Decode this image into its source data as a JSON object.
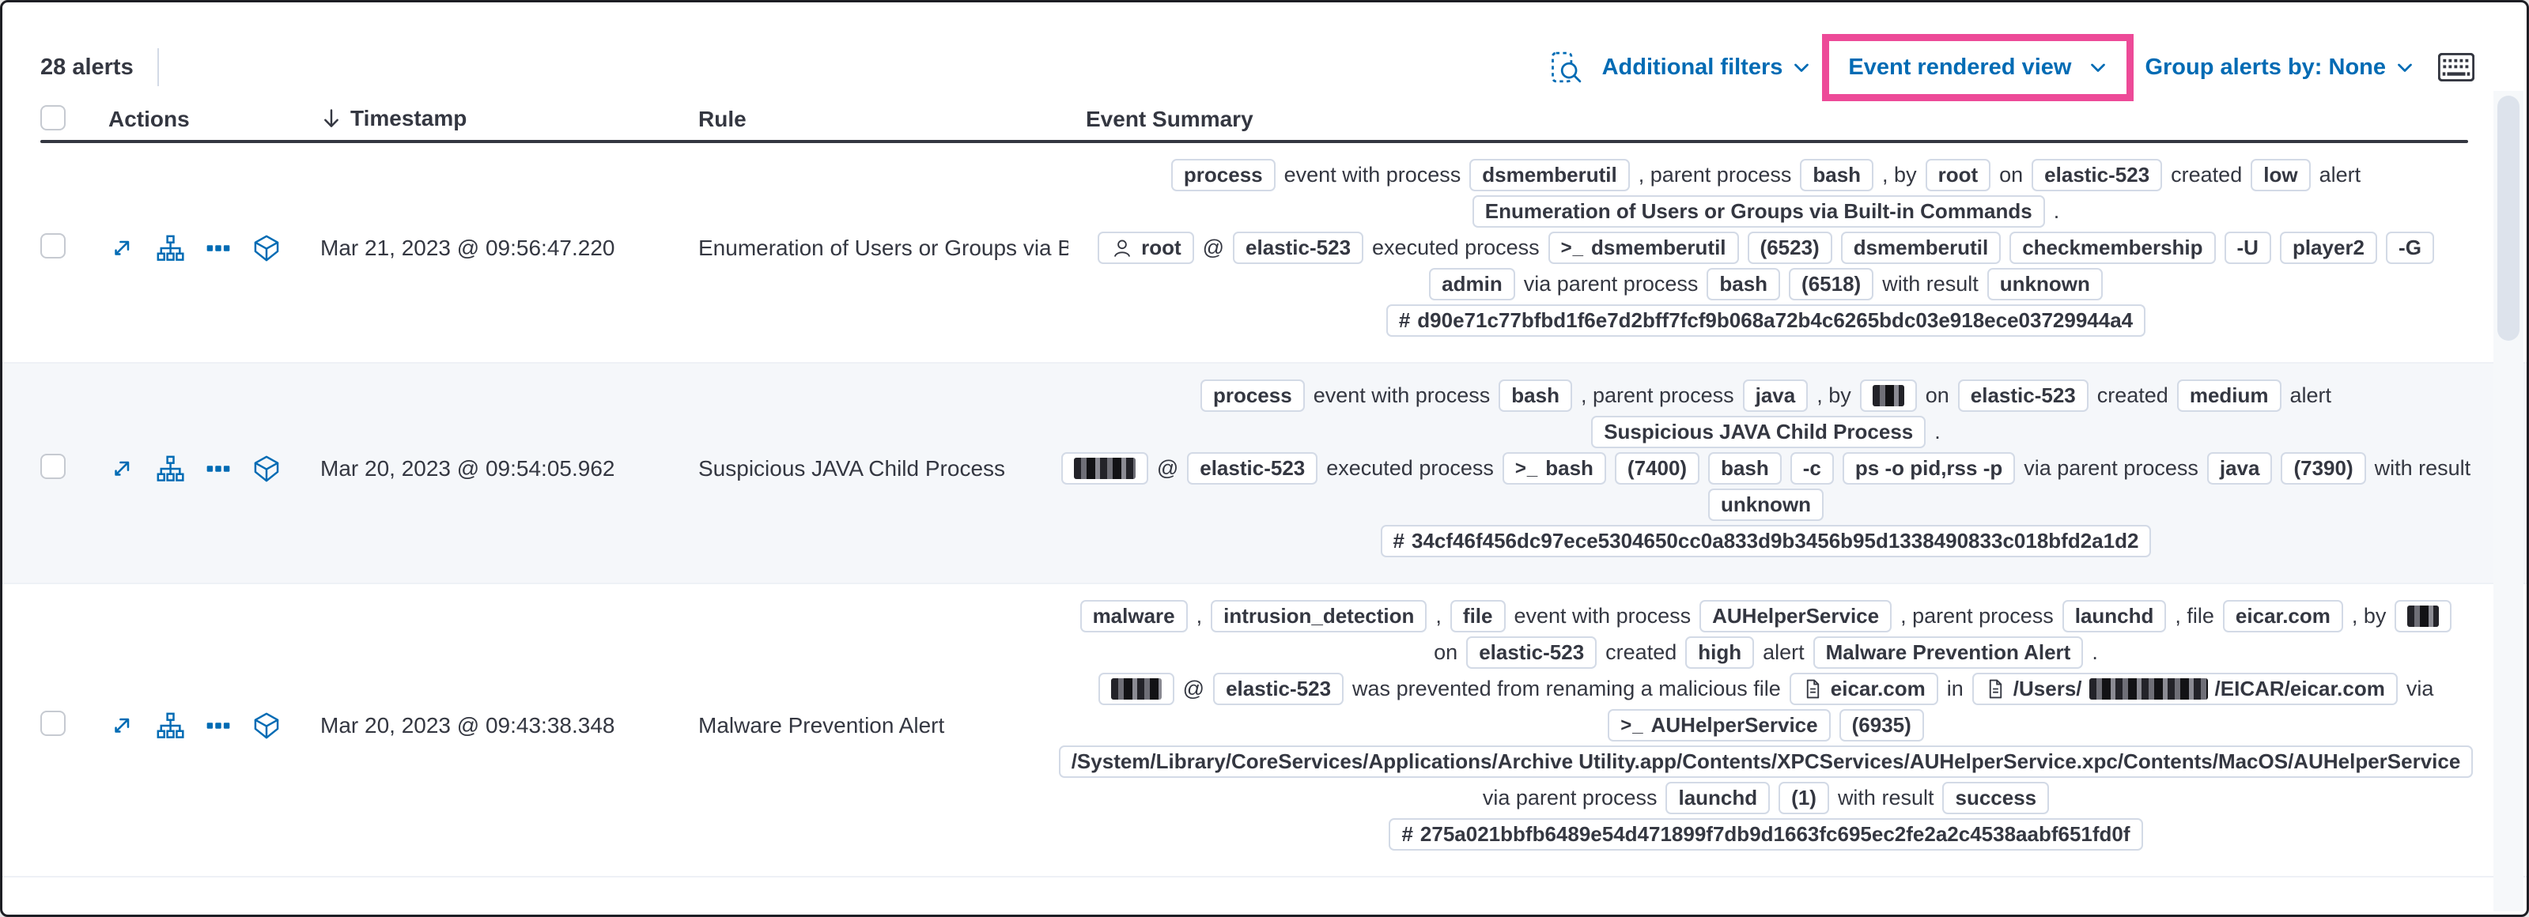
{
  "colors": {
    "accent_blue": "#006bb4",
    "highlight_pink": "#ed4a98",
    "badge_border": "#d3dae6",
    "text": "#343741",
    "row_alt_bg": "#f5f7fa"
  },
  "toolbar": {
    "alert_count": "28 alerts",
    "additional_filters": "Additional filters",
    "view_selector": "Event rendered view",
    "group_by": "Group alerts by: None"
  },
  "headers": {
    "actions": "Actions",
    "timestamp": "Timestamp",
    "rule": "Rule",
    "summary": "Event Summary"
  },
  "rows": [
    {
      "timestamp": "Mar 21, 2023 @ 09:56:47.220",
      "rule": "Enumeration of Users or Groups via Bui",
      "lines": [
        [
          {
            "type": "badge",
            "v": "process"
          },
          {
            "type": "text",
            "v": "event with process"
          },
          {
            "type": "badge",
            "v": "dsmemberutil"
          },
          {
            "type": "text",
            "v": ", parent process"
          },
          {
            "type": "badge",
            "v": "bash"
          },
          {
            "type": "text",
            "v": ", by"
          },
          {
            "type": "badge",
            "v": "root"
          },
          {
            "type": "text",
            "v": "on"
          },
          {
            "type": "badge",
            "v": "elastic-523"
          },
          {
            "type": "text",
            "v": "created"
          },
          {
            "type": "badge",
            "v": "low"
          },
          {
            "type": "text",
            "v": "alert"
          }
        ],
        [
          {
            "type": "badge",
            "v": "Enumeration of Users or Groups via Built-in Commands"
          },
          {
            "type": "text",
            "v": "."
          }
        ],
        [
          {
            "type": "badge",
            "v": "root",
            "icon": "user"
          },
          {
            "type": "text",
            "v": "@"
          },
          {
            "type": "badge",
            "v": "elastic-523"
          },
          {
            "type": "text",
            "v": "executed process"
          },
          {
            "type": "badge",
            "v": "dsmemberutil",
            "icon": "terminal"
          },
          {
            "type": "badge",
            "v": "(6523)"
          },
          {
            "type": "badge",
            "v": "dsmemberutil"
          },
          {
            "type": "badge",
            "v": "checkmembership"
          },
          {
            "type": "badge",
            "v": "-U"
          },
          {
            "type": "badge",
            "v": "player2"
          },
          {
            "type": "badge",
            "v": "-G"
          }
        ],
        [
          {
            "type": "badge",
            "v": "admin"
          },
          {
            "type": "text",
            "v": "via parent process"
          },
          {
            "type": "badge",
            "v": "bash"
          },
          {
            "type": "badge",
            "v": "(6518)"
          },
          {
            "type": "text",
            "v": "with result"
          },
          {
            "type": "badge",
            "v": "unknown"
          }
        ],
        [
          {
            "type": "badge",
            "v": "d90e71c77bfbd1f6e7d2bff7fcf9b068a72b4c6265bdc03e918ece03729944a4",
            "icon": "hash"
          }
        ]
      ]
    },
    {
      "timestamp": "Mar 20, 2023 @ 09:54:05.962",
      "rule": "Suspicious JAVA Child Process",
      "lines": [
        [
          {
            "type": "badge",
            "v": "process"
          },
          {
            "type": "text",
            "v": "event with process"
          },
          {
            "type": "badge",
            "v": "bash"
          },
          {
            "type": "text",
            "v": ", parent process"
          },
          {
            "type": "badge",
            "v": "java"
          },
          {
            "type": "text",
            "v": ", by"
          },
          {
            "type": "badge",
            "redacted": 40
          },
          {
            "type": "text",
            "v": "on"
          },
          {
            "type": "badge",
            "v": "elastic-523"
          },
          {
            "type": "text",
            "v": "created"
          },
          {
            "type": "badge",
            "v": "medium"
          },
          {
            "type": "text",
            "v": "alert"
          }
        ],
        [
          {
            "type": "badge",
            "v": "Suspicious JAVA Child Process"
          },
          {
            "type": "text",
            "v": "."
          }
        ],
        [
          {
            "type": "badge",
            "redacted": 78
          },
          {
            "type": "text",
            "v": "@"
          },
          {
            "type": "badge",
            "v": "elastic-523"
          },
          {
            "type": "text",
            "v": "executed process"
          },
          {
            "type": "badge",
            "v": "bash",
            "icon": "terminal"
          },
          {
            "type": "badge",
            "v": "(7400)"
          },
          {
            "type": "badge",
            "v": "bash"
          },
          {
            "type": "badge",
            "v": "-c"
          },
          {
            "type": "badge",
            "v": "ps -o pid,rss -p"
          },
          {
            "type": "text",
            "v": "via parent process"
          },
          {
            "type": "badge",
            "v": "java"
          },
          {
            "type": "badge",
            "v": "(7390)"
          },
          {
            "type": "text",
            "v": "with result"
          }
        ],
        [
          {
            "type": "badge",
            "v": "unknown"
          }
        ],
        [
          {
            "type": "badge",
            "v": "34cf46f456dc97ece5304650cc0a833d9b3456b95d1338490833c018bfd2a1d2",
            "icon": "hash"
          }
        ]
      ]
    },
    {
      "timestamp": "Mar 20, 2023 @ 09:43:38.348",
      "rule": "Malware Prevention Alert",
      "lines": [
        [
          {
            "type": "badge",
            "v": "malware"
          },
          {
            "type": "text",
            "v": ","
          },
          {
            "type": "badge",
            "v": "intrusion_detection"
          },
          {
            "type": "text",
            "v": ","
          },
          {
            "type": "badge",
            "v": "file"
          },
          {
            "type": "text",
            "v": "event with process"
          },
          {
            "type": "badge",
            "v": "AUHelperService"
          },
          {
            "type": "text",
            "v": ", parent process"
          },
          {
            "type": "badge",
            "v": "launchd"
          },
          {
            "type": "text",
            "v": ", file"
          },
          {
            "type": "badge",
            "v": "eicar.com"
          },
          {
            "type": "text",
            "v": ", by"
          },
          {
            "type": "badge",
            "redacted": 40
          }
        ],
        [
          {
            "type": "text",
            "v": "on"
          },
          {
            "type": "badge",
            "v": "elastic-523"
          },
          {
            "type": "text",
            "v": "created"
          },
          {
            "type": "badge",
            "v": "high"
          },
          {
            "type": "text",
            "v": "alert"
          },
          {
            "type": "badge",
            "v": "Malware Prevention Alert"
          },
          {
            "type": "text",
            "v": "."
          }
        ],
        [
          {
            "type": "badge",
            "redacted": 64
          },
          {
            "type": "text",
            "v": "@"
          },
          {
            "type": "badge",
            "v": "elastic-523"
          },
          {
            "type": "text",
            "v": "was prevented from renaming a malicious file"
          },
          {
            "type": "badge",
            "v": "eicar.com",
            "icon": "file"
          },
          {
            "type": "text",
            "v": "in"
          },
          {
            "type": "badge",
            "icon": "file",
            "parts": [
              {
                "t": "/Users/"
              },
              {
                "r": 150
              },
              {
                "t": "/EICAR/eicar.com"
              }
            ]
          },
          {
            "type": "text",
            "v": "via"
          }
        ],
        [
          {
            "type": "badge",
            "v": "AUHelperService",
            "icon": "terminal"
          },
          {
            "type": "badge",
            "v": "(6935)"
          }
        ],
        [
          {
            "type": "badge",
            "v": "/System/Library/CoreServices/Applications/Archive Utility.app/Contents/XPCServices/AUHelperService.xpc/Contents/MacOS/AUHelperService"
          }
        ],
        [
          {
            "type": "text",
            "v": "via parent process"
          },
          {
            "type": "badge",
            "v": "launchd"
          },
          {
            "type": "badge",
            "v": "(1)"
          },
          {
            "type": "text",
            "v": "with result"
          },
          {
            "type": "badge",
            "v": "success"
          }
        ],
        [
          {
            "type": "badge",
            "v": "275a021bbfb6489e54d471899f7db9d1663fc695ec2fe2a2c4538aabf651fd0f",
            "icon": "hash"
          }
        ]
      ]
    }
  ]
}
